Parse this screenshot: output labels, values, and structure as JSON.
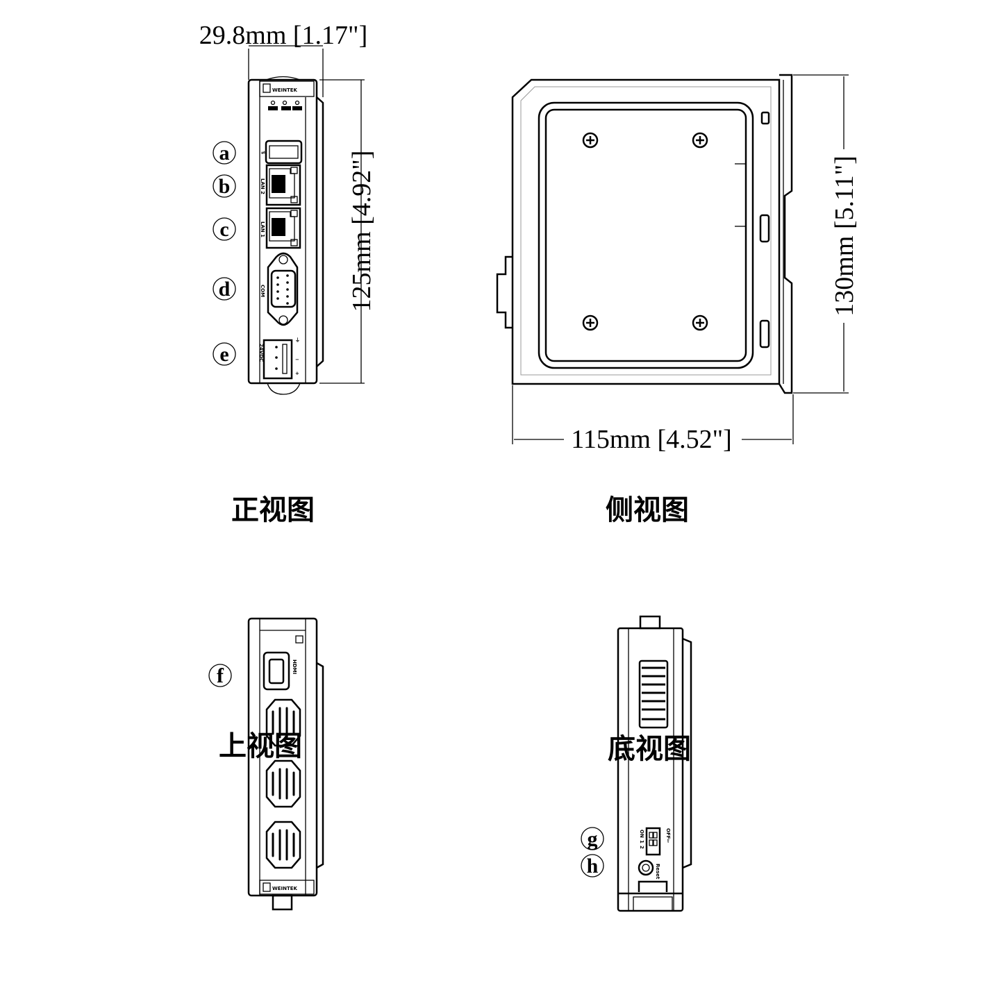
{
  "dimensions": {
    "front_width": "29.8mm [1.17\"]",
    "front_height": "125mm [4.92\"]",
    "side_width": "115mm [4.52\"]",
    "side_height": "130mm [5.11\"]"
  },
  "view_titles": {
    "front": "正视图",
    "side": "侧视图",
    "top": "上视图",
    "bottom": "底视图"
  },
  "callouts": [
    "a",
    "b",
    "c",
    "d",
    "e",
    "f",
    "g",
    "h"
  ],
  "port_labels": {
    "brand": "WEINTEK",
    "lan2": "LAN 2",
    "lan1": "LAN 1",
    "com": "COM",
    "power": "24VDC",
    "hdmi": "HDMI",
    "dip_on": "ON",
    "dip_1": "1",
    "dip_2": "2",
    "dip_off": "OFF",
    "reset": "Reset"
  }
}
